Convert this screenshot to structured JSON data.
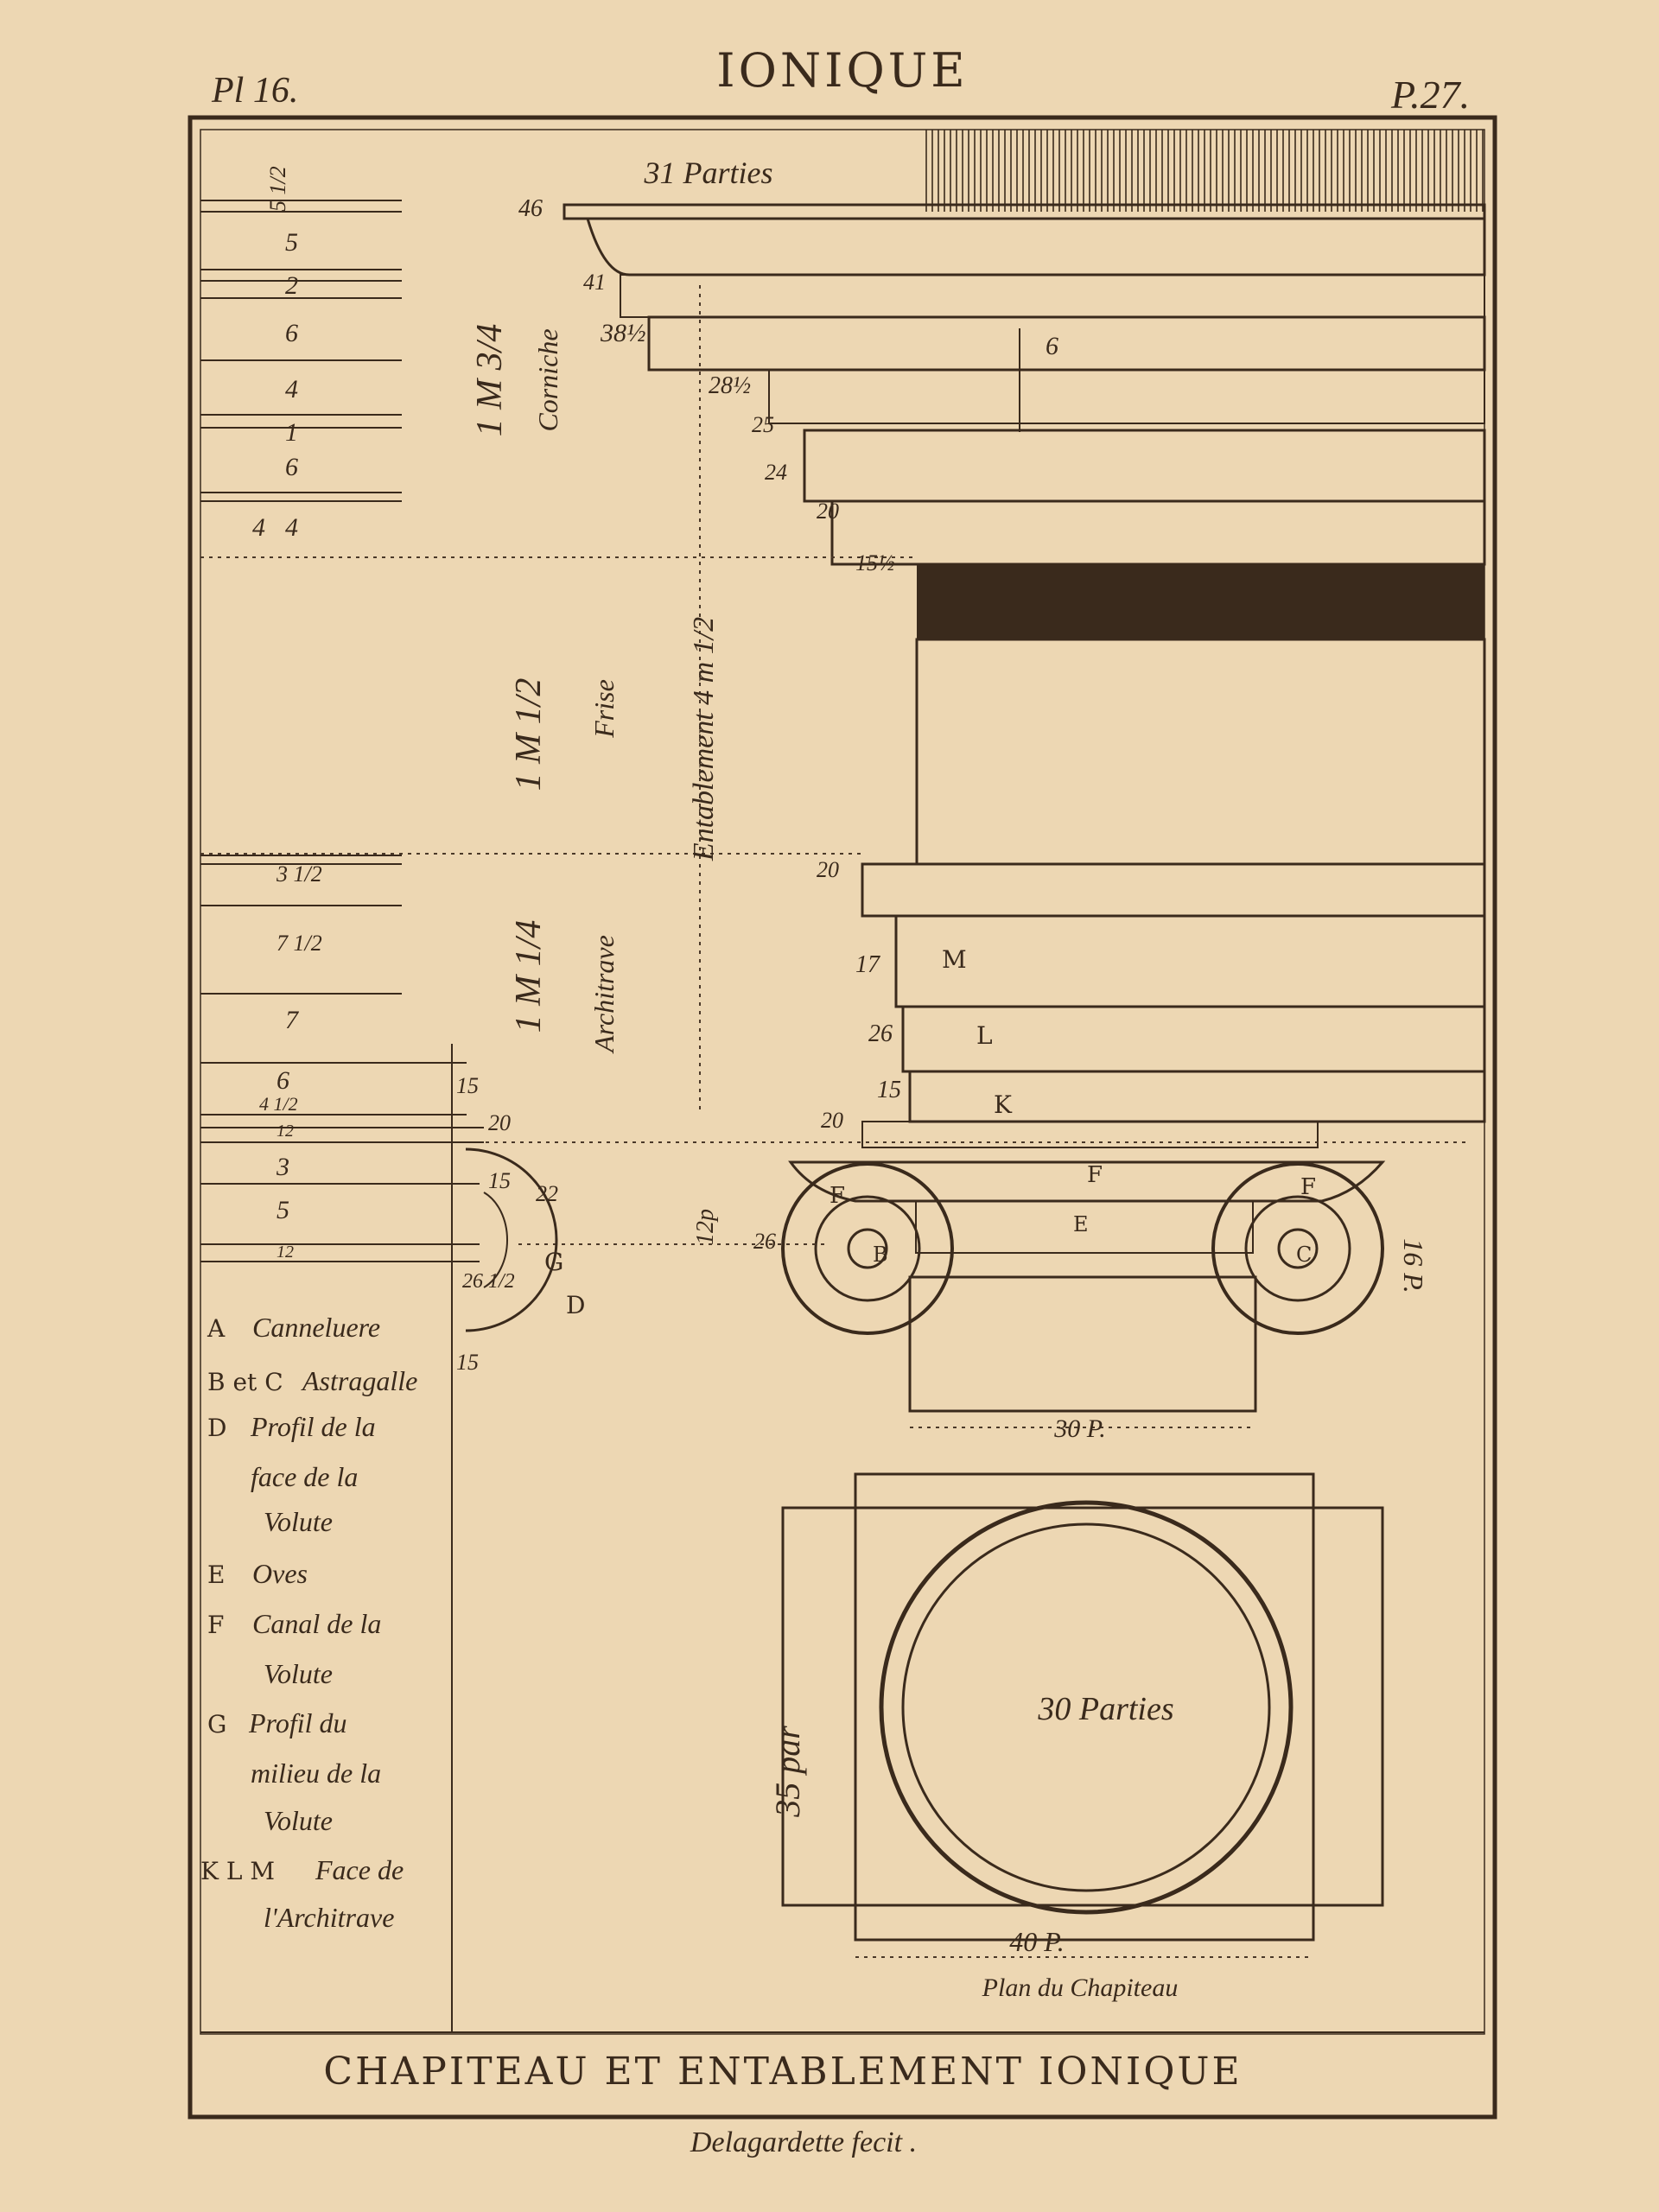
{
  "header": {
    "plate_number": "Pl 16.",
    "title": "IONIQUE",
    "page_number": "P.27."
  },
  "top_label": "31 Parties",
  "cornice": {
    "measure": "1 M 3/4",
    "name": "Corniche",
    "marks": [
      "46",
      "41",
      "38½",
      "28½",
      "25",
      "24",
      "20",
      "15½",
      "6"
    ]
  },
  "frieze": {
    "measure": "1 M 1/2",
    "name": "Frise"
  },
  "entablature_label": "Entablement 4 m 1/2",
  "architrave": {
    "measure": "1 M 1/4",
    "name": "Architrave",
    "marks": [
      "20",
      "17",
      "26",
      "15",
      "20"
    ],
    "letters": [
      "M",
      "L",
      "K"
    ]
  },
  "left_scale": {
    "upper": [
      "5 1/2",
      "5",
      "2",
      "6",
      "4",
      "1",
      "6",
      "4",
      "4"
    ],
    "lower": [
      "3 1/2",
      "7 1/2",
      "7",
      "6",
      "4 1/2",
      "12",
      "3",
      "5",
      "12"
    ]
  },
  "profile_marks": [
    "15",
    "20",
    "15",
    "22",
    "26 1/2",
    "15",
    "G",
    "D"
  ],
  "capital": {
    "height_label": "12p",
    "mark": "26",
    "letters": [
      "F",
      "F",
      "F",
      "E",
      "B",
      "C"
    ],
    "side_label": "16 P.",
    "width_label": "30 P."
  },
  "plan": {
    "side_label": "35 par",
    "center_label": "30 Parties",
    "width_label": "40 P.",
    "caption": "Plan du Chapiteau"
  },
  "legend": [
    {
      "key": "A",
      "text": "Canneluere"
    },
    {
      "key": "B et C",
      "text": "Astragalle"
    },
    {
      "key": "D",
      "text": "Profil de la"
    },
    {
      "key": "",
      "text": "face de la"
    },
    {
      "key": "",
      "text": "Volute"
    },
    {
      "key": "E",
      "text": "Oves"
    },
    {
      "key": "F",
      "text": "Canal de la"
    },
    {
      "key": "",
      "text": "Volute"
    },
    {
      "key": "G",
      "text": "Profil du"
    },
    {
      "key": "",
      "text": "milieu de la"
    },
    {
      "key": "",
      "text": "Volute"
    },
    {
      "key": "K L M",
      "text": "Face de"
    },
    {
      "key": "",
      "text": "l'Architrave"
    }
  ],
  "footer": {
    "title": "CHAPITEAU ET ENTABLEMENT IONIQUE",
    "signature": "Delagardette fecit ."
  },
  "colors": {
    "paper": "#edd7b3",
    "ink": "#3a2a1c"
  }
}
